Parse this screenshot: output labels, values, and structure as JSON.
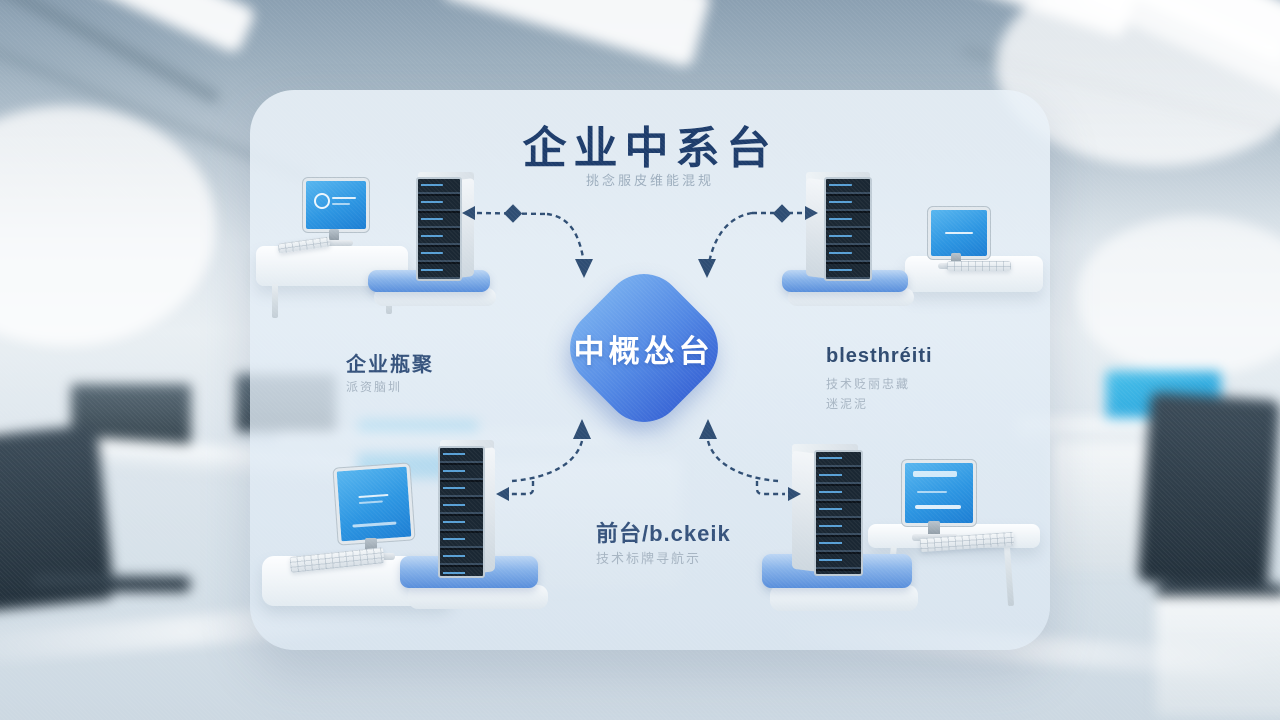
{
  "header": {
    "title": "企业中系台",
    "subtitle": "挑念服皮维能混规"
  },
  "center_node": {
    "label": "中概怂台"
  },
  "nodes": {
    "left": {
      "heading": "企业瓶聚",
      "sub": "派资脑圳"
    },
    "right": {
      "heading": "blesthréiti",
      "sub1": "技术贬丽忠藏",
      "sub2": "迷泥泥"
    },
    "bottom": {
      "heading": "前台/b.ckeik",
      "sub": "技术标牌寻航示"
    }
  },
  "colors": {
    "title_navy": "#1d3c6b",
    "diamond_light": "#74abee",
    "diamond_dark": "#3a67d6",
    "arrow": "#2e4d73",
    "screen_blue": "#2d96e2",
    "platform_blue": "#85b1e9"
  }
}
